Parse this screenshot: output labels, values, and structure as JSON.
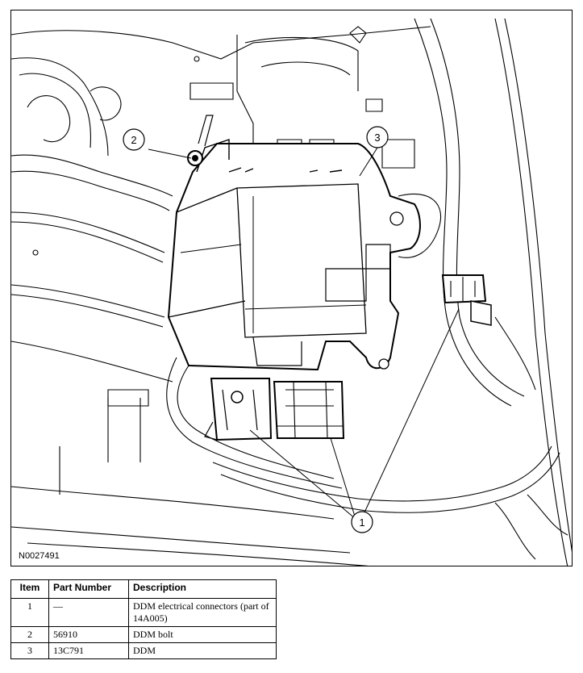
{
  "figure": {
    "id": "N0027491",
    "callouts": [
      "1",
      "2",
      "3"
    ]
  },
  "legend": {
    "headers": [
      "Item",
      "Part Number",
      "Description"
    ],
    "rows": [
      [
        "1",
        "—",
        "DDM electrical connectors (part of 14A005)"
      ],
      [
        "2",
        "56910",
        "DDM bolt"
      ],
      [
        "3",
        "13C791",
        "DDM"
      ]
    ]
  }
}
